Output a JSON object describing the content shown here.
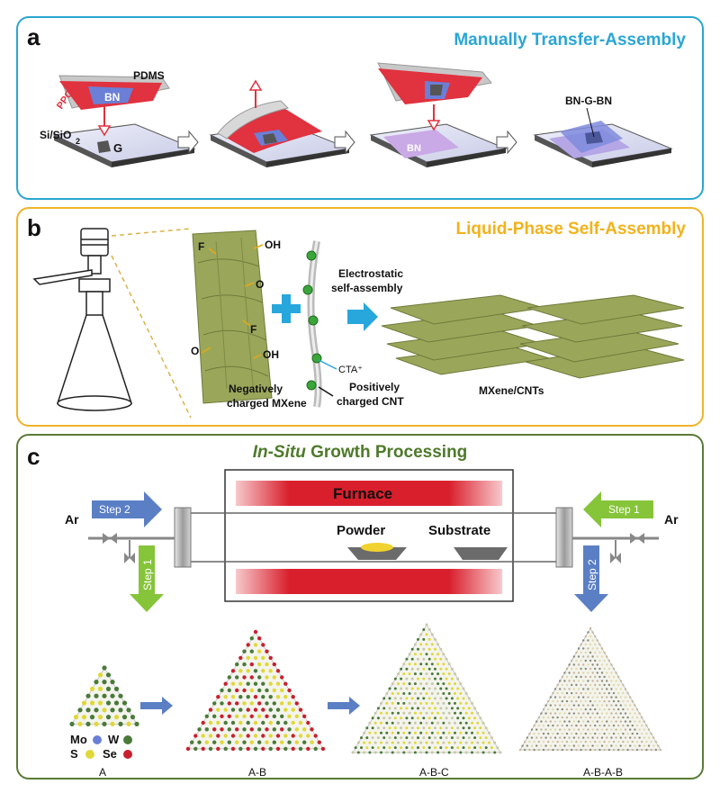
{
  "panel_a": {
    "letter": "a",
    "title": "Manually Transfer-Assembly",
    "labels": {
      "pdms": "PDMS",
      "ppc": "PPC",
      "bn": "BN",
      "substrate": "Si/SiO",
      "sub2": "2",
      "g": "G",
      "bn2": "BN",
      "bngbn": "BN-G-BN"
    }
  },
  "panel_b": {
    "letter": "b",
    "title": "Liquid-Phase Self-Assembly",
    "labels": {
      "f1": "F",
      "oh1": "OH",
      "o1": "O",
      "f2": "F",
      "o2": "O",
      "oh2": "OH",
      "electro1": "Electrostatic",
      "electro2": "self-assembly",
      "cta": "CTA⁺",
      "neg1": "Negatively",
      "neg2": "charged MXene",
      "pos1": "Positively",
      "pos2": "charged CNT",
      "mxcnt": "MXene/CNTs"
    }
  },
  "panel_c": {
    "letter": "c",
    "title_italic": "In-Situ",
    "title_rest": " Growth Processing",
    "labels": {
      "furnace": "Furnace",
      "powder": "Powder",
      "substrate": "Substrate",
      "ar_left": "Ar",
      "ar_right": "Ar",
      "step2_left": "Step 2",
      "step1_left": "Step 1",
      "step1_right": "Step 1",
      "step2_right": "Step 2",
      "mo": "Mo",
      "w": "W",
      "s": "S",
      "se": "Se",
      "tri_a": "A",
      "tri_ab": "A-B",
      "tri_abc": "A-B-C",
      "tri_abab": "A-B-A-B"
    }
  },
  "colors": {
    "a_border": "#29a6cf",
    "b_border": "#f0b429",
    "c_border": "#5a7a36",
    "ppc": "#e0323f",
    "bn": "#6b7fd6",
    "mxene": "#9aa75a",
    "furnace": "#d91f2c"
  }
}
